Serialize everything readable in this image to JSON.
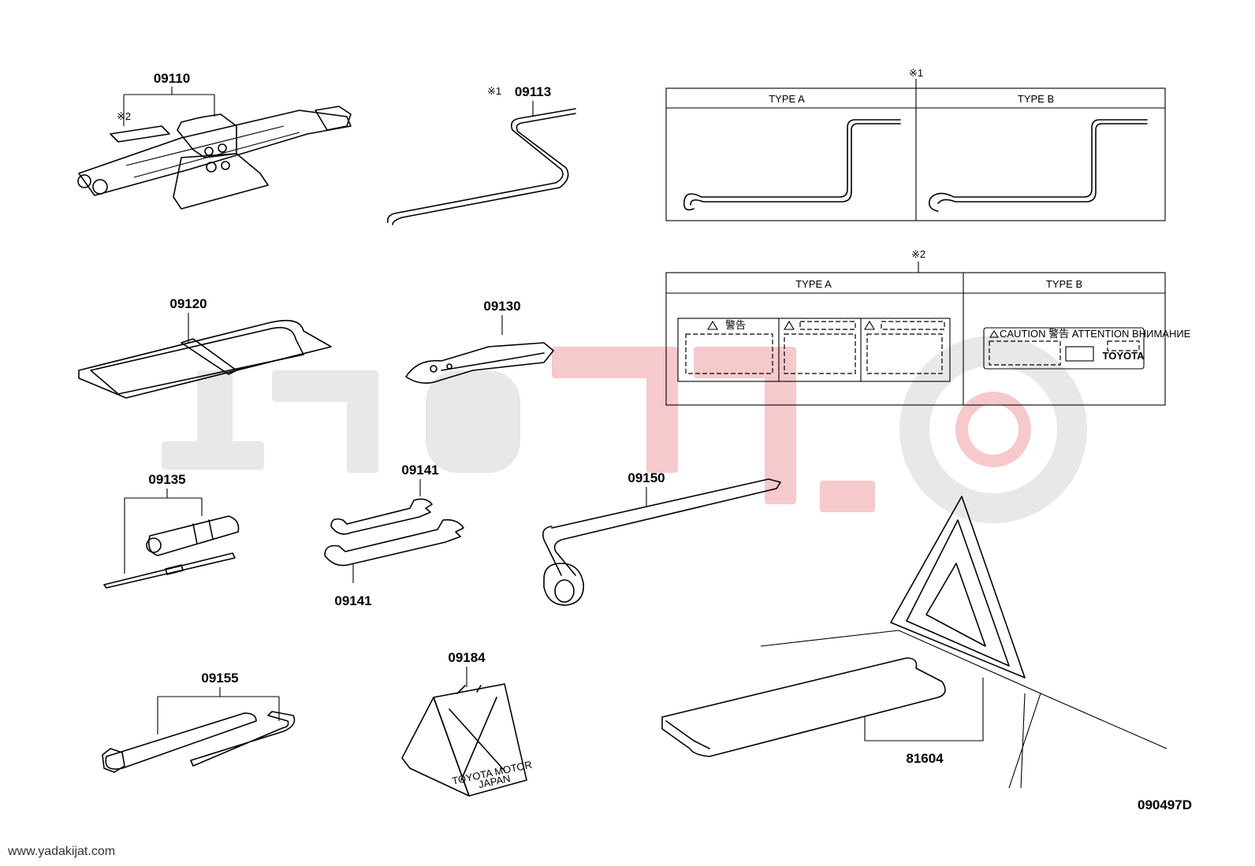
{
  "parts": {
    "jack": "09110",
    "jack_handle": "09113",
    "tool_bag": "09120",
    "pliers": "09130",
    "screwdriver": "09135",
    "wrench_upper": "09141",
    "wrench_lower": "09141",
    "wheel_nut_wrench": "09150",
    "plug_wrench": "09155",
    "wheel_chock": "09184",
    "warning_triangle": "81604"
  },
  "notes": {
    "jack_note": "※2",
    "handle_note": "※1",
    "box1_note": "※1",
    "box2_note": "※2"
  },
  "box1": {
    "type_a": "TYPE A",
    "type_b": "TYPE B"
  },
  "box2": {
    "type_a": "TYPE A",
    "type_b": "TYPE B",
    "label_b_header": "CAUTION 警告 ATTENTION ВНИМАНИЕ",
    "label_b_brand": "TOYOTA",
    "label_a_header": "警告"
  },
  "chock_text_1": "TOYOTA MOTOR",
  "chock_text_2": "JAPAN",
  "diagram_code": "090497D",
  "website": "www.yadakijat.com",
  "colors": {
    "watermark_red": "#f6c9cc",
    "watermark_grey": "#e8e8e8"
  }
}
